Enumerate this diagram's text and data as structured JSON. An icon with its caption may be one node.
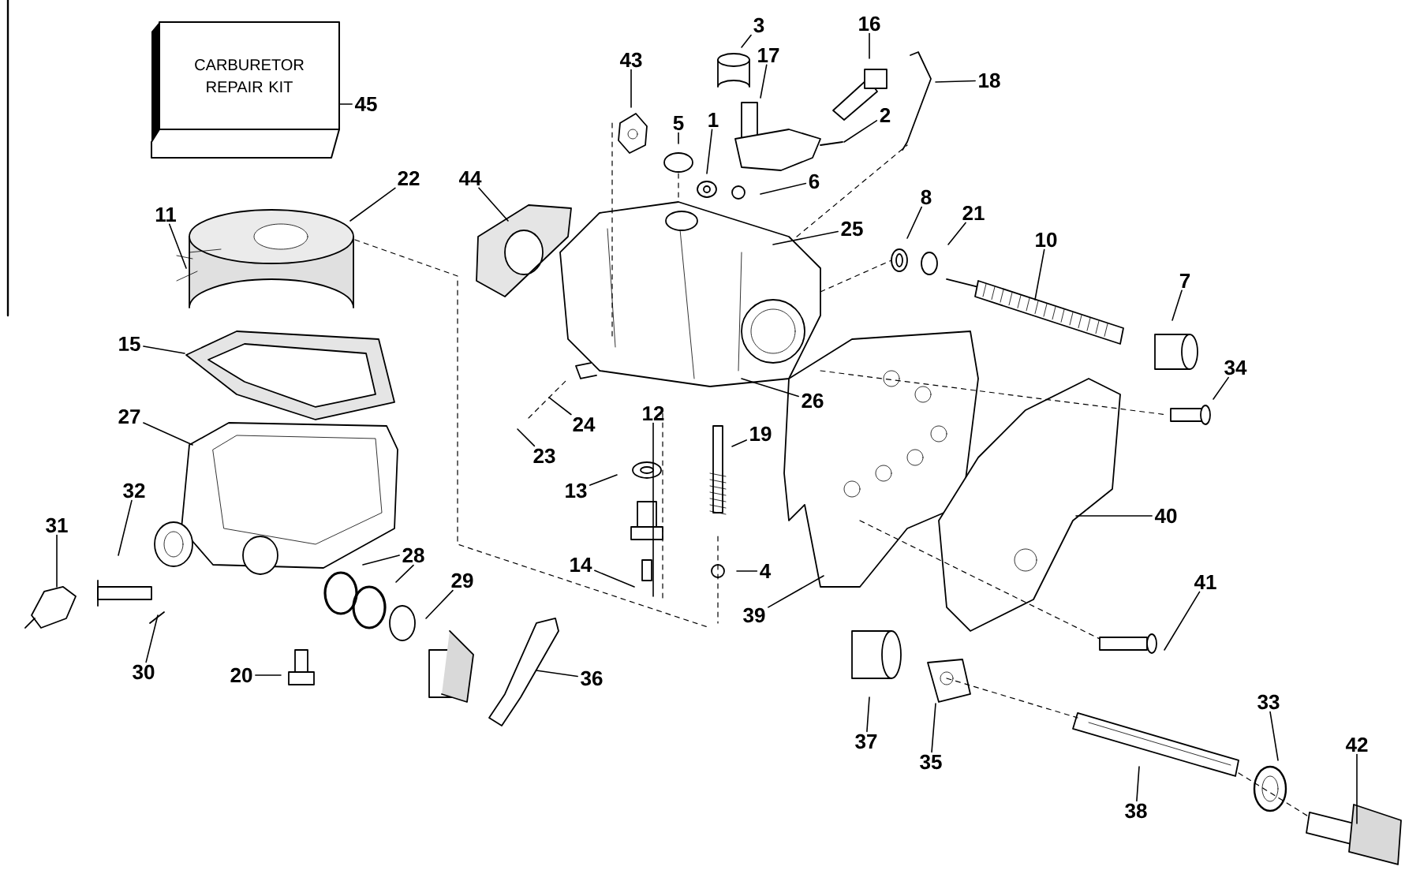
{
  "diagram": {
    "nodes": [
      {
        "text": [
          "CARBURETOR REPAIR KIT"
        ]
      },
      {
        "text": [
          "3"
        ]
      },
      {
        "text": [
          "16"
        ]
      },
      {
        "text": [
          "17"
        ]
      },
      {
        "text": [
          "18"
        ]
      },
      {
        "text": [
          "43"
        ]
      },
      {
        "text": [
          "45"
        ]
      },
      {
        "text": [
          "2"
        ]
      },
      {
        "text": [
          "5"
        ]
      },
      {
        "text": [
          "1"
        ]
      },
      {
        "text": [
          "22"
        ]
      },
      {
        "text": [
          "44"
        ]
      },
      {
        "text": [
          "6"
        ]
      },
      {
        "text": [
          "11"
        ]
      },
      {
        "text": [
          "25"
        ]
      },
      {
        "text": [
          "8"
        ]
      },
      {
        "text": [
          "21"
        ]
      },
      {
        "text": [
          "10"
        ]
      },
      {
        "text": [
          "7"
        ]
      },
      {
        "text": [
          "15"
        ]
      },
      {
        "text": [
          "34"
        ]
      },
      {
        "text": [
          "26"
        ]
      },
      {
        "text": [
          "12"
        ]
      },
      {
        "text": [
          "24"
        ]
      },
      {
        "text": [
          "27"
        ]
      },
      {
        "text": [
          "19"
        ]
      },
      {
        "text": [
          "23"
        ]
      },
      {
        "text": [
          "13"
        ]
      },
      {
        "text": [
          "32"
        ]
      },
      {
        "text": [
          "40"
        ]
      },
      {
        "text": [
          "31"
        ]
      },
      {
        "text": [
          "28"
        ]
      },
      {
        "text": [
          "14"
        ]
      },
      {
        "text": [
          "4"
        ]
      },
      {
        "text": [
          "29"
        ]
      },
      {
        "text": [
          "41"
        ]
      },
      {
        "text": [
          "39"
        ]
      },
      {
        "text": [
          "30"
        ]
      },
      {
        "text": [
          "20"
        ]
      },
      {
        "text": [
          "36"
        ]
      },
      {
        "text": [
          "33"
        ]
      },
      {
        "text": [
          "37"
        ]
      },
      {
        "text": [
          "42"
        ]
      },
      {
        "text": [
          "35"
        ]
      },
      {
        "text": [
          "38"
        ]
      }
    ],
    "edges": [
      {
        "from": 1,
        "to": null,
        "arrow": "none"
      },
      {
        "from": 2,
        "to": null,
        "arrow": "none"
      },
      {
        "from": 3,
        "to": null,
        "arrow": "none"
      },
      {
        "from": 4,
        "to": null,
        "arrow": "none"
      },
      {
        "from": 5,
        "to": null,
        "arrow": "none"
      },
      {
        "from": 6,
        "to": 0,
        "arrow": "none"
      },
      {
        "from": 7,
        "to": null,
        "arrow": "none"
      },
      {
        "from": 8,
        "to": null,
        "arrow": "none"
      },
      {
        "from": 9,
        "to": null,
        "arrow": "none"
      },
      {
        "from": 10,
        "to": null,
        "arrow": "none"
      },
      {
        "from": 11,
        "to": null,
        "arrow": "none"
      },
      {
        "from": 12,
        "to": null,
        "arrow": "none"
      },
      {
        "from": 13,
        "to": null,
        "arrow": "none"
      },
      {
        "from": 14,
        "to": null,
        "arrow": "none"
      },
      {
        "from": 15,
        "to": null,
        "arrow": "none"
      },
      {
        "from": 16,
        "to": null,
        "arrow": "none"
      },
      {
        "from": 17,
        "to": null,
        "arrow": "none"
      },
      {
        "from": 18,
        "to": null,
        "arrow": "none"
      },
      {
        "from": 19,
        "to": null,
        "arrow": "none"
      },
      {
        "from": 20,
        "to": null,
        "arrow": "none"
      },
      {
        "from": 21,
        "to": null,
        "arrow": "none"
      },
      {
        "from": 22,
        "to": null,
        "arrow": "none"
      },
      {
        "from": 23,
        "to": null,
        "arrow": "none"
      },
      {
        "from": 24,
        "to": null,
        "arrow": "none"
      },
      {
        "from": 25,
        "to": null,
        "arrow": "none"
      },
      {
        "from": 26,
        "to": null,
        "arrow": "none"
      },
      {
        "from": 27,
        "to": null,
        "arrow": "none"
      },
      {
        "from": 28,
        "to": null,
        "arrow": "none"
      },
      {
        "from": 29,
        "to": null,
        "arrow": "none"
      },
      {
        "from": 30,
        "to": null,
        "arrow": "none"
      },
      {
        "from": 31,
        "to": null,
        "arrow": "none"
      },
      {
        "from": 31,
        "to": null,
        "arrow": "none"
      },
      {
        "from": 32,
        "to": null,
        "arrow": "none"
      },
      {
        "from": 33,
        "to": null,
        "arrow": "none"
      },
      {
        "from": 34,
        "to": null,
        "arrow": "none"
      },
      {
        "from": 35,
        "to": null,
        "arrow": "none"
      },
      {
        "from": 36,
        "to": null,
        "arrow": "none"
      },
      {
        "from": 37,
        "to": null,
        "arrow": "none"
      },
      {
        "from": 38,
        "to": null,
        "arrow": "none"
      },
      {
        "from": 39,
        "to": null,
        "arrow": "none"
      },
      {
        "from": 40,
        "to": null,
        "arrow": "none"
      },
      {
        "from": 41,
        "to": null,
        "arrow": "none"
      },
      {
        "from": 42,
        "to": null,
        "arrow": "none"
      },
      {
        "from": 43,
        "to": null,
        "arrow": "none"
      },
      {
        "from": 44,
        "to": null,
        "arrow": "none"
      }
    ]
  }
}
